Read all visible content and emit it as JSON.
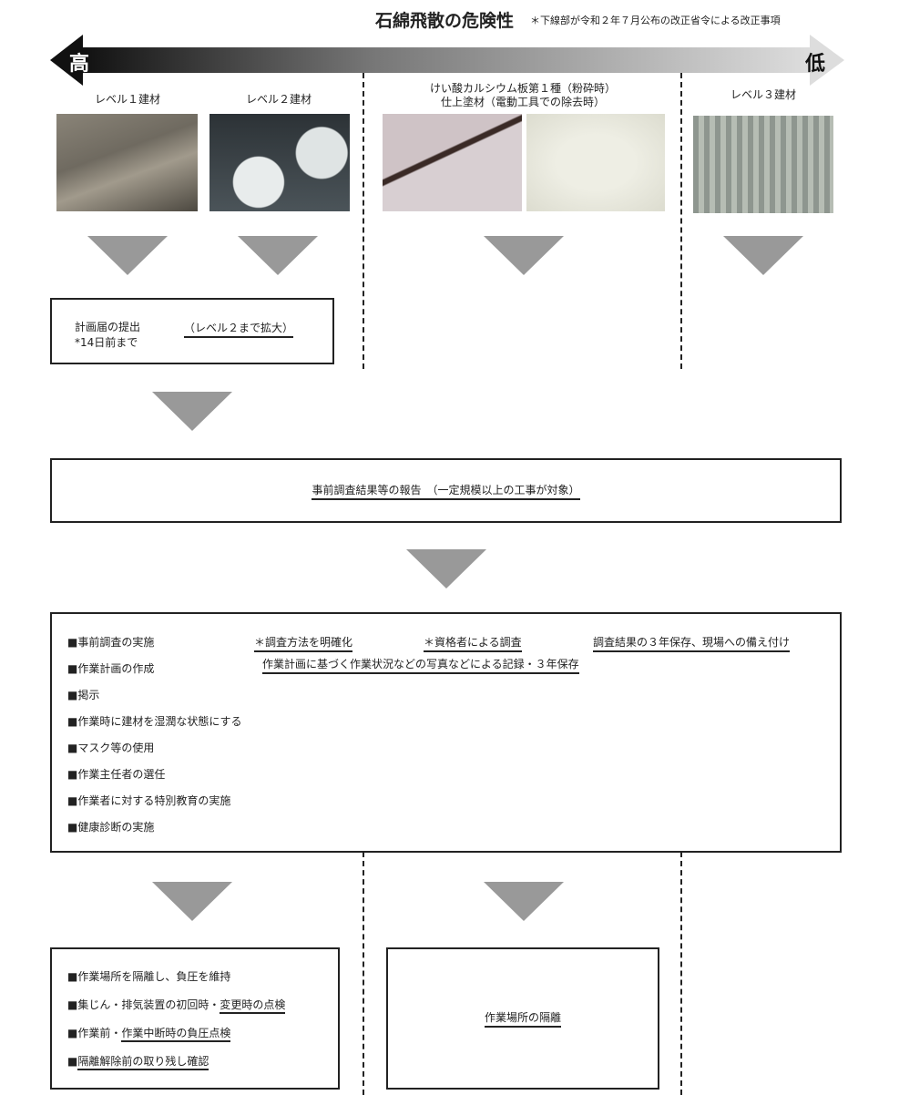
{
  "header": {
    "title": "石綿飛散の危険性",
    "note": "＊下線部が令和２年７月公布の改正省令による改正事項"
  },
  "scale": {
    "high": "高",
    "low": "低"
  },
  "columns": [
    {
      "label": "レベル１建材"
    },
    {
      "label": "レベル２建材"
    },
    {
      "label_line1": "けい酸カルシウム板第１種（粉砕時）",
      "label_line2": "仕上塗材（電動工具での除去時）"
    },
    {
      "label": "レベル３建材"
    }
  ],
  "plan_box": {
    "line1": "計画届の提出",
    "line2": "*14日前まで",
    "expanded": "（レベル２まで拡大）"
  },
  "report_box": {
    "text": "事前調査結果等の報告　（一定規模以上の工事が対象）"
  },
  "measures_box": {
    "items": [
      "■事前調査の実施",
      "■作業計画の作成",
      "■掲示",
      "■作業時に建材を湿潤な状態にする",
      "■マスク等の使用",
      "■作業主任者の選任",
      "■作業者に対する特別教育の実施",
      "■健康診断の実施"
    ],
    "notes": {
      "method": "＊調査方法を明確化",
      "qualified": "＊資格者による調査",
      "retention": "調査結果の３年保存、現場への備え付け",
      "record": "作業計画に基づく作業状況などの写真などによる記録・３年保存"
    }
  },
  "isolation_box": {
    "items": [
      "■作業場所を隔離し、負圧を維持",
      "■集じん・排気装置の初回時・",
      "変更時の点検",
      "■作業前・",
      "作業中断時の負圧点検",
      "■",
      "隔離解除前の取り残し確認"
    ]
  },
  "isolation_simple": {
    "text": "作業場所の隔離"
  }
}
